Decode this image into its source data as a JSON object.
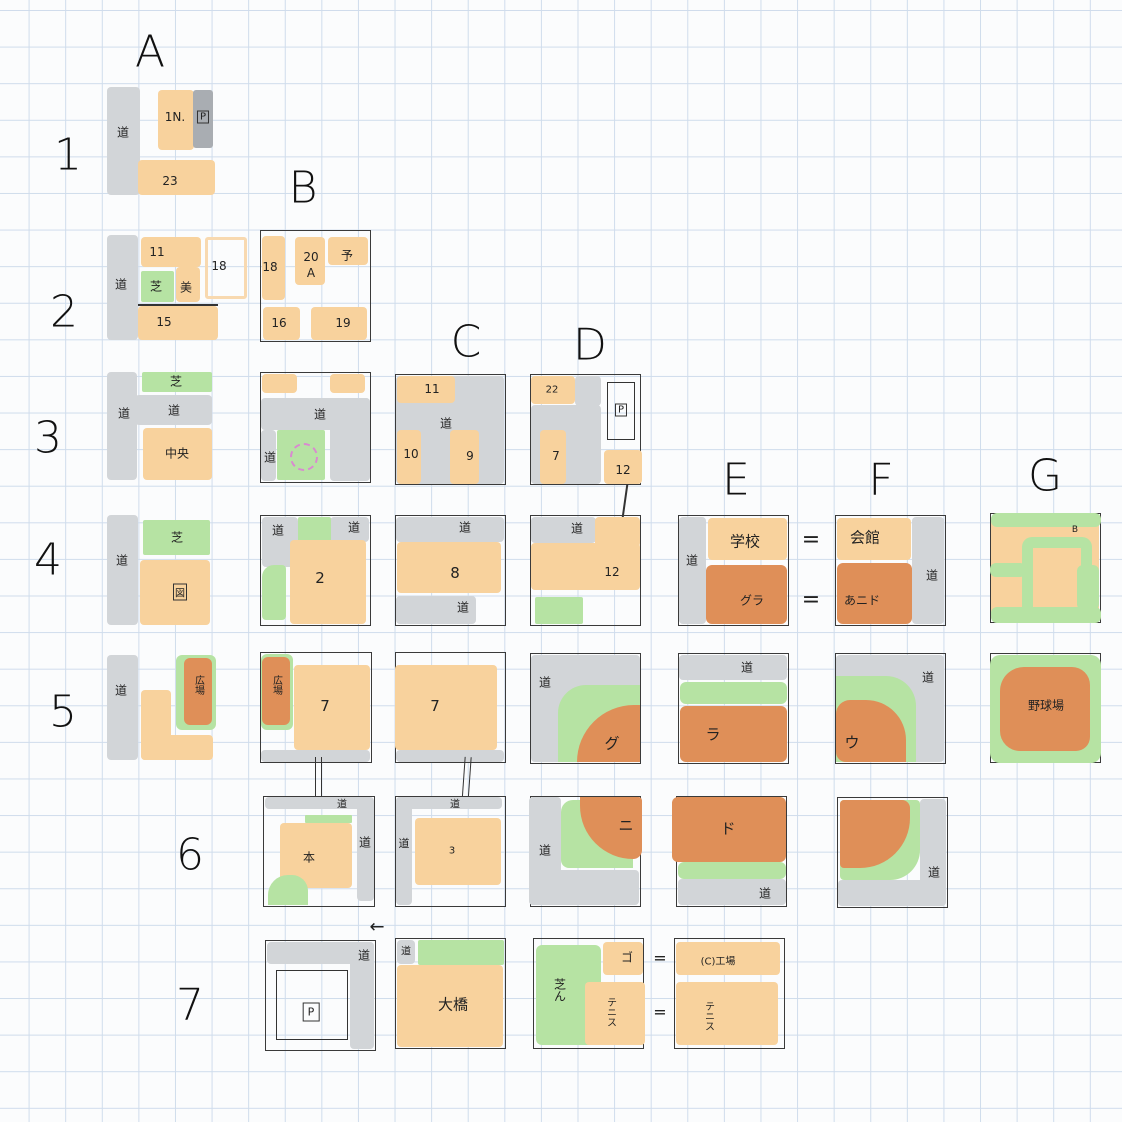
{
  "columns": [
    "A",
    "B",
    "C",
    "D",
    "E",
    "F",
    "G"
  ],
  "rows": [
    "1",
    "2",
    "3",
    "4",
    "5",
    "6",
    "7"
  ],
  "colors": {
    "road": "#d2d5d8",
    "building": "#f8d29d",
    "sports": "#df8f58",
    "grass": "#b6e3a3",
    "parking": "#a9adb2"
  },
  "road": "道",
  "blocks": {
    "A1": {
      "b1": "1N.",
      "p": "P",
      "b2": "23"
    },
    "A2": {
      "b11": "11",
      "grass": "芝",
      "art": "美",
      "b18": "18",
      "b15": "15"
    },
    "B2": {
      "b18": "18",
      "b20": "20",
      "b20sub": "A",
      "b13": "予",
      "b16": "16",
      "b19": "19"
    },
    "A3": {
      "grass": "芝",
      "center": "中央"
    },
    "C3": {
      "b11": "11",
      "b10": "10",
      "b9": "9"
    },
    "D3": {
      "b22": "22",
      "b7": "7",
      "p": "P",
      "b12": "12"
    },
    "A4": {
      "grass": "芝",
      "lib": "図"
    },
    "B4": {
      "b2": "2"
    },
    "C4": {
      "b8": "8"
    },
    "D4": {
      "b12": "12"
    },
    "E4": {
      "school": "学校",
      "ground": "グラ"
    },
    "F4": {
      "hall": "会館",
      "ground": "あニド"
    },
    "G4": {
      "b": "B"
    },
    "A5": {
      "plaza": "広場"
    },
    "B5": {
      "plaza": "広場",
      "b7": "7"
    },
    "C5": {
      "b7": "7"
    },
    "D5": {
      "g": "グ"
    },
    "E5": {
      "g": "ラ"
    },
    "F5": {
      "g": "ウ"
    },
    "G5": {
      "baseball": "野球場"
    },
    "B6": {
      "main": "本"
    },
    "C6": {
      "b3": "3"
    },
    "D6": {
      "g": "ニ"
    },
    "E6": {
      "g": "ド"
    },
    "B7": {
      "p": "P"
    },
    "C7": {
      "ohashi": "大橋"
    },
    "D7": {
      "grass": "芝ん",
      "golf": "ゴ",
      "tennis": "テニス"
    },
    "E7": {
      "factory": "(C)工場",
      "tennis": "テニス"
    }
  },
  "connector": "="
}
